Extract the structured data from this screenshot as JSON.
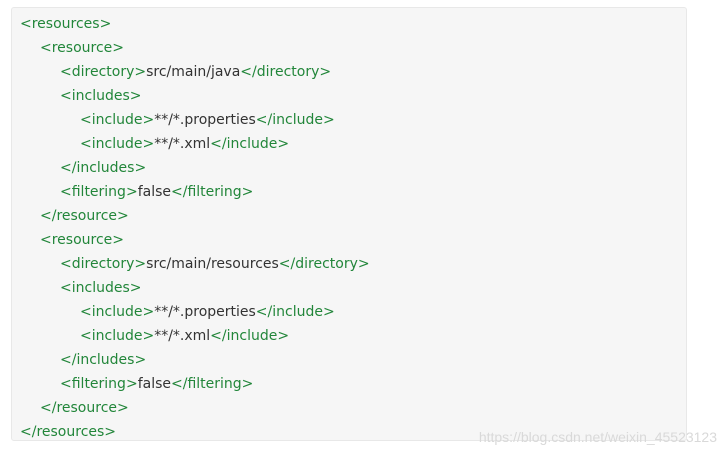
{
  "code": {
    "lines": [
      {
        "indent": 0,
        "open": "<resources>",
        "text": "",
        "close": ""
      },
      {
        "indent": 1,
        "open": "<resource>",
        "text": "",
        "close": ""
      },
      {
        "indent": 2,
        "open": "<directory>",
        "text": "src/main/java",
        "close": "</directory>"
      },
      {
        "indent": 2,
        "open": "<includes>",
        "text": "",
        "close": ""
      },
      {
        "indent": 3,
        "open": "<include>",
        "text": "**/*.properties",
        "close": "</include>"
      },
      {
        "indent": 3,
        "open": "<include>",
        "text": "**/*.xml",
        "close": "</include>"
      },
      {
        "indent": 2,
        "open": "</includes>",
        "text": "",
        "close": ""
      },
      {
        "indent": 2,
        "open": "<filtering>",
        "text": "false",
        "close": "</filtering>"
      },
      {
        "indent": 1,
        "open": "</resource>",
        "text": "",
        "close": ""
      },
      {
        "indent": 1,
        "open": "<resource>",
        "text": "",
        "close": ""
      },
      {
        "indent": 2,
        "open": "<directory>",
        "text": "src/main/resources",
        "close": "</directory>"
      },
      {
        "indent": 2,
        "open": "<includes>",
        "text": "",
        "close": ""
      },
      {
        "indent": 3,
        "open": "<include>",
        "text": "**/*.properties",
        "close": "</include>"
      },
      {
        "indent": 3,
        "open": "<include>",
        "text": "**/*.xml",
        "close": "</include>"
      },
      {
        "indent": 2,
        "open": "</includes>",
        "text": "",
        "close": ""
      },
      {
        "indent": 2,
        "open": "<filtering>",
        "text": "false",
        "close": "</filtering>"
      },
      {
        "indent": 1,
        "open": "</resource>",
        "text": "",
        "close": ""
      },
      {
        "indent": 0,
        "open": "</resources>",
        "text": "",
        "close": ""
      }
    ]
  },
  "watermark": "https://blog.csdn.net/weixin_45523123",
  "colors": {
    "tag": "#22863a",
    "text": "#333333",
    "background": "#f6f6f6"
  }
}
